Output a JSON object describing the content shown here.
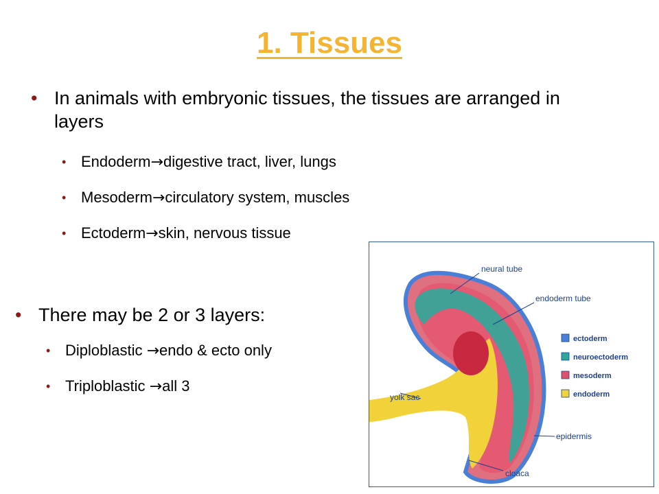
{
  "title": "1. Tissues",
  "bullets": {
    "main1": "In animals with embryonic tissues, the tissues are arranged in layers",
    "sub1_a": "Endoderm",
    "sub1_b": "digestive tract, liver, lungs",
    "sub2_a": "Mesoderm",
    "sub2_b": "circulatory system, muscles",
    "sub3_a": "Ectoderm",
    "sub3_b": "skin, nervous tissue",
    "main2": "There may be 2 or 3 layers:",
    "sub4_a": "Diploblastic ",
    "sub4_b": "endo & ecto only",
    "sub5_a": "Triploblastic ",
    "sub5_b": "all 3",
    "arrow": "→",
    "dot": "•"
  },
  "figure": {
    "labels": {
      "neural_tube": "neural tube",
      "endoderm_tube": "endoderm tube",
      "yolk_sac": "yolk sac",
      "epidermis": "epidermis",
      "cloaca": "cloaca"
    },
    "legend": [
      {
        "label": "ectoderm",
        "color": "#4a7fd8"
      },
      {
        "label": "neuroectoderm",
        "color": "#2fa89a"
      },
      {
        "label": "mesoderm",
        "color": "#e0506a"
      },
      {
        "label": "endoderm",
        "color": "#f2d23a"
      }
    ]
  }
}
